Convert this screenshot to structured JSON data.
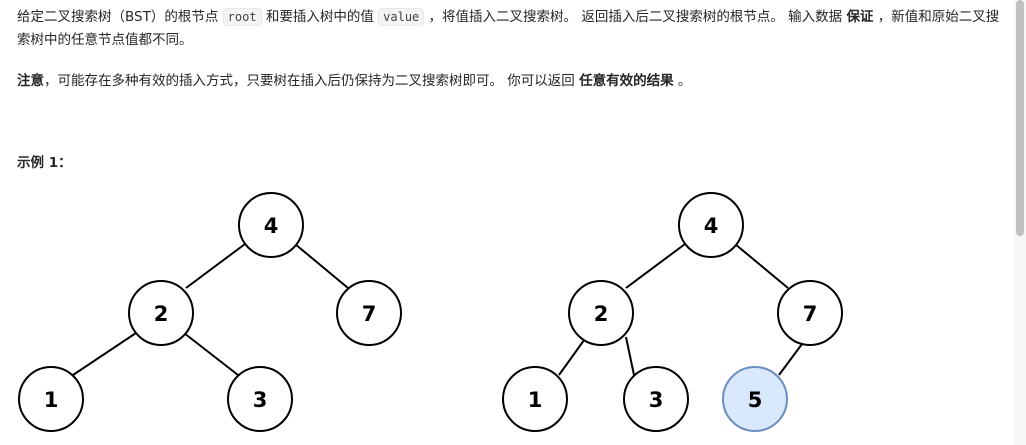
{
  "problem": {
    "para1": {
      "t1": "给定二叉搜索树（BST）的根节点 ",
      "code1": "root",
      "t2": " 和要插入树中的值 ",
      "code2": "value",
      "t3": " ，将值插入二叉搜索树。 返回插入后二叉搜索树的根节点。 输入数据 ",
      "bold1": "保证",
      "t4": " ，新值和原始二叉搜索树中的任意节点值都不同。"
    },
    "para2": {
      "bold1": "注意",
      "t1": "，可能存在多种有效的插入方式，只要树在插入后仍保持为二叉搜索树即可。 你可以返回 ",
      "bold2": "任意有效的结果",
      "t2": " 。"
    },
    "example_title": "示例 1："
  },
  "trees": {
    "input": {
      "root": "4",
      "left": "2",
      "right": "7",
      "left_left": "1",
      "left_right": "3"
    },
    "output": {
      "root": "4",
      "left": "2",
      "right": "7",
      "left_left": "1",
      "left_right": "3",
      "inserted": "5"
    }
  },
  "colors": {
    "inserted_fill": "#dae8fc",
    "inserted_stroke": "#6c8ebf"
  }
}
